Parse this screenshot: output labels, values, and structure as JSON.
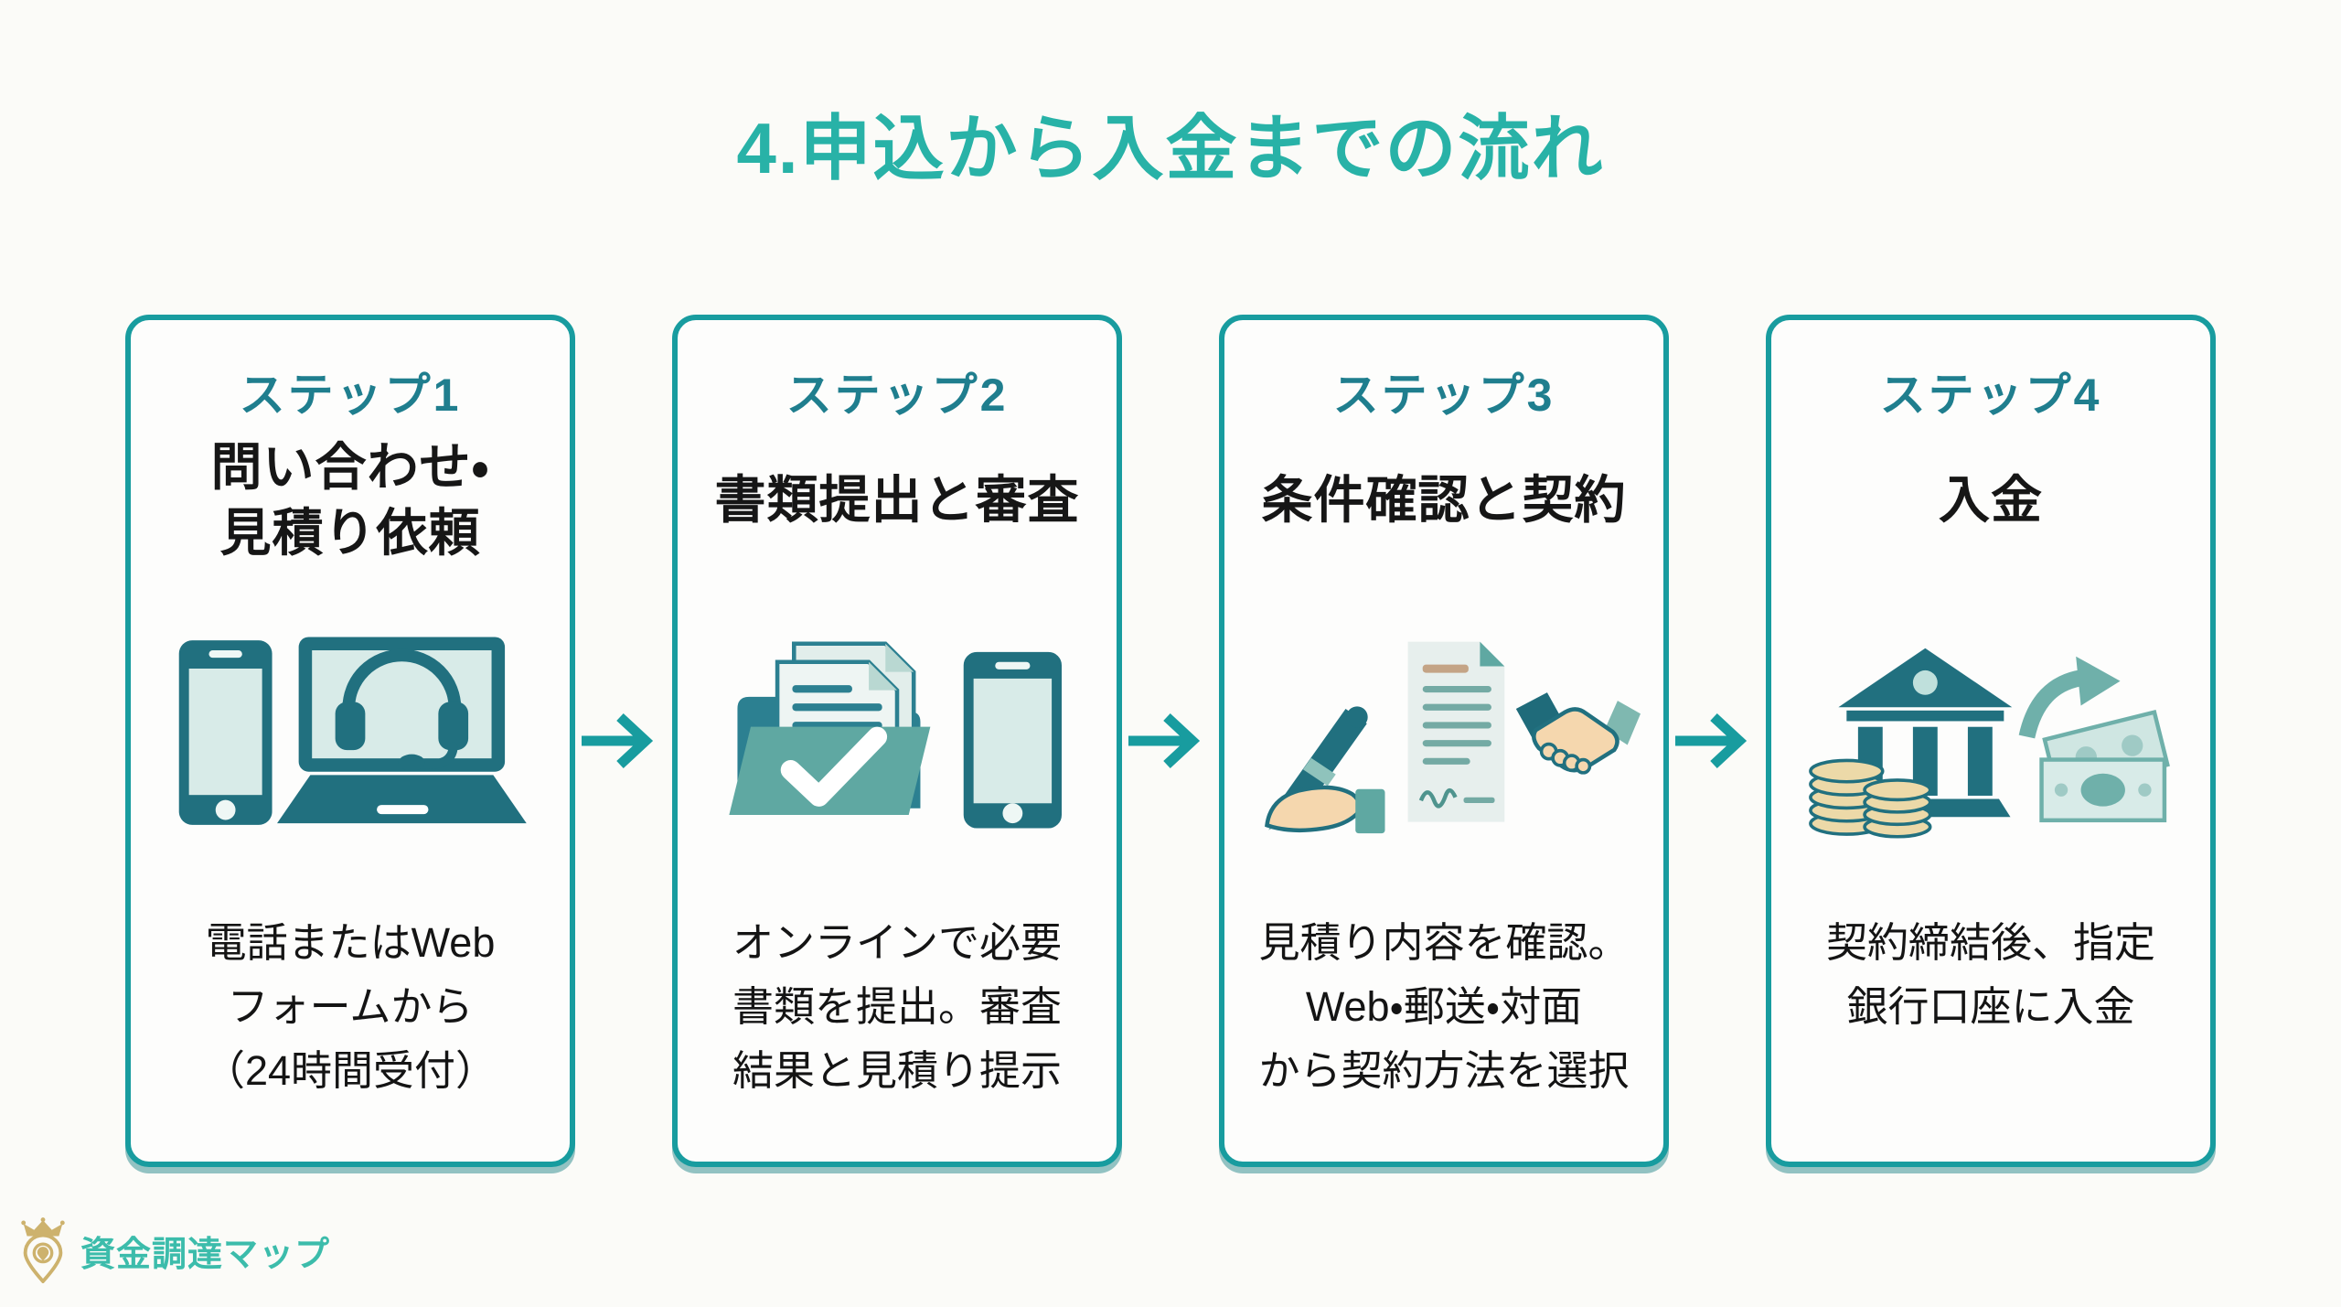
{
  "title": "4.申込から入金までの流れ",
  "steps": [
    {
      "label": "ステップ1",
      "heading": "問い合わせ・\n見積り依頼",
      "description": "電話またはWeb\nフォームから\n（24時間受付）",
      "icons": [
        "smartphone-icon",
        "laptop-headset-icon"
      ]
    },
    {
      "label": "ステップ2",
      "heading": "書類提出と審査",
      "description": "オンラインで必要\n書類を提出。審査\n結果と見積り提示",
      "icons": [
        "folder-check-documents-icon",
        "smartphone-icon"
      ]
    },
    {
      "label": "ステップ3",
      "heading": "条件確認と契約",
      "description": "見積り内容を確認。\nWeb・郵送・対面\nから契約方法を選択",
      "icons": [
        "signing-hand-pen-icon",
        "contract-document-icon",
        "handshake-icon"
      ]
    },
    {
      "label": "ステップ4",
      "heading": "入金",
      "description": "契約締結後、指定\n銀行口座に入金",
      "icons": [
        "bank-coins-icon",
        "transfer-arrow-icon",
        "banknotes-icon"
      ]
    }
  ],
  "logo": {
    "text": "資金調達マップ",
    "icon": "crown-map-pin-icon"
  },
  "colors": {
    "title_teal": "#28b2a7",
    "step_label_teal": "#1f7e8e",
    "card_border_teal": "#189c9f",
    "arrow_teal": "#189c9f",
    "text_black": "#161616",
    "icon_dark_teal": "#21707f",
    "icon_mid_teal": "#5fa8a2",
    "icon_light_teal": "#d8ebe8",
    "coin_gold": "#ecd9a8",
    "logo_gold": "#cdb26d",
    "logo_text_teal": "#3cbcab",
    "background": "#fbfbf8"
  }
}
